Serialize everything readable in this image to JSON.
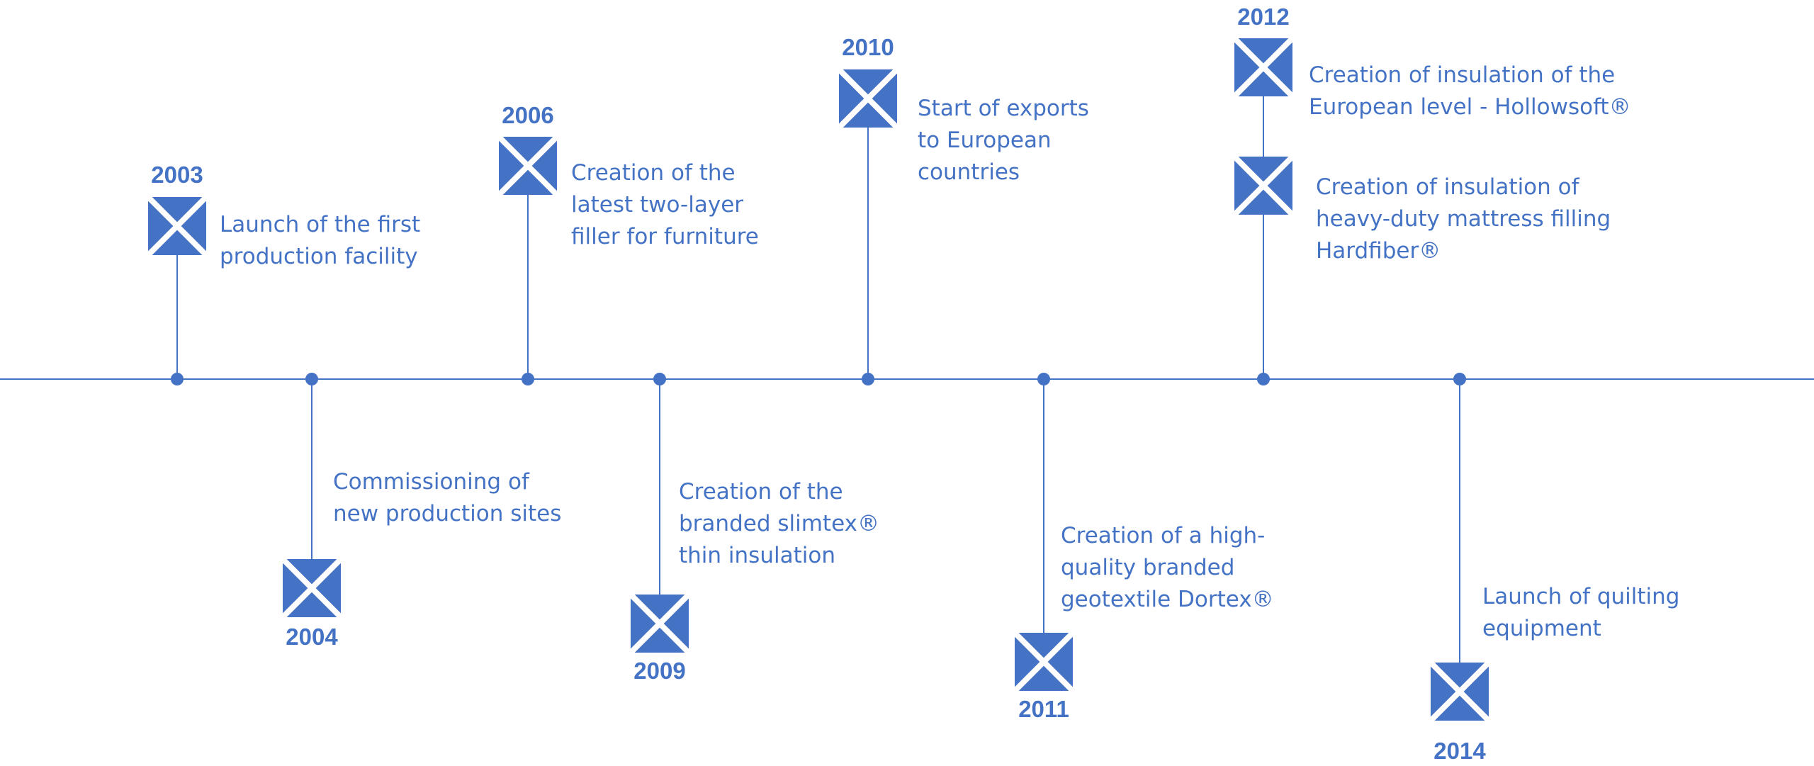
{
  "colors": {
    "accent": "#4472c4",
    "background": "#ffffff"
  },
  "events": [
    {
      "year": "2003",
      "text": "Launch of the first\nproduction facility",
      "icon": "x-square-icon",
      "placement": "above"
    },
    {
      "year": "2004",
      "text": "Commissioning of\nnew production sites",
      "icon": "x-square-icon",
      "placement": "below"
    },
    {
      "year": "2006",
      "text": "Creation of the\nlatest two-layer\nfiller for furniture",
      "icon": "x-square-icon",
      "placement": "above"
    },
    {
      "year": "2009",
      "text": "Creation of the\nbranded slimtex®\nthin insulation",
      "icon": "x-square-icon",
      "placement": "below"
    },
    {
      "year": "2010",
      "text": "Start of exports\nto European\ncountries",
      "icon": "x-square-icon",
      "placement": "above"
    },
    {
      "year": "2011",
      "text": "Creation of a high-\nquality branded\ngeotextile Dortex®",
      "icon": "x-square-icon",
      "placement": "below"
    },
    {
      "year": "2012",
      "text": "Creation of insulation of the\nEuropean level - Hollowsoft®",
      "icon": "x-square-icon",
      "placement": "above"
    },
    {
      "year": "",
      "text": "Creation of insulation of\nheavy-duty mattress filling\nHardfiber®",
      "icon": "x-square-icon",
      "placement": "above"
    },
    {
      "year": "2014",
      "text": "Launch of quilting\nequipment",
      "icon": "x-square-icon",
      "placement": "below"
    }
  ]
}
